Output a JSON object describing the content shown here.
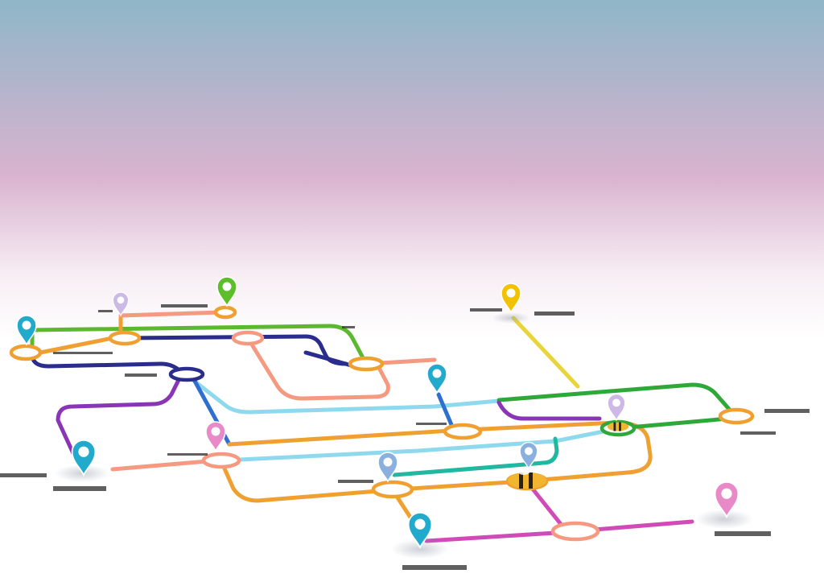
{
  "map": {
    "background": {
      "sky_top": "#8fb6c8",
      "sky_mid": "#d9b3cf",
      "horizon": "#f7eef4",
      "ground": "#ffffff"
    },
    "colors": {
      "green": "#5cb82e",
      "orange": "#f0a030",
      "salmon": "#f59a80",
      "navy": "#2a2d8c",
      "purple": "#8a35b5",
      "skyblue": "#8fd9ef",
      "blue": "#2e6fd0",
      "yellow": "#e8d53a",
      "teal": "#20b8a0",
      "magenta": "#d04ab8",
      "darkgreen": "#2fa83a",
      "pin_cyan": "#22aacc",
      "pin_green": "#5cbf2a",
      "pin_yellow": "#f2c200",
      "pin_pink": "#e88ac8",
      "pin_lavender": "#cdb9e6",
      "pin_blue": "#8ab0e0"
    },
    "pins": [
      {
        "name": "pin-west-cyan",
        "icon": "map-pin-icon",
        "color": "#22aacc"
      },
      {
        "name": "pin-north-green",
        "icon": "map-pin-icon",
        "color": "#5cbf2a"
      },
      {
        "name": "pin-northwest-lavender",
        "icon": "map-pin-icon",
        "color": "#cdb9e6"
      },
      {
        "name": "pin-northeast-yellow",
        "icon": "map-pin-icon",
        "color": "#f2c200"
      },
      {
        "name": "pin-center-cyan",
        "icon": "map-pin-icon",
        "color": "#22aacc"
      },
      {
        "name": "pin-southwest-cyan",
        "icon": "map-pin-icon",
        "color": "#22aacc"
      },
      {
        "name": "pin-west-pink",
        "icon": "map-pin-icon",
        "color": "#e88ac8"
      },
      {
        "name": "pin-east-lavender",
        "icon": "map-pin-icon",
        "color": "#cdb9e6"
      },
      {
        "name": "pin-south-lightblue",
        "icon": "map-pin-icon",
        "color": "#8ab0e0"
      },
      {
        "name": "pin-south-bee-blue",
        "icon": "map-pin-icon",
        "color": "#8ab0e0"
      },
      {
        "name": "pin-south-cyan",
        "icon": "map-pin-icon",
        "color": "#22aacc"
      },
      {
        "name": "pin-southeast-pink",
        "icon": "map-pin-icon",
        "color": "#e88ac8"
      }
    ]
  }
}
